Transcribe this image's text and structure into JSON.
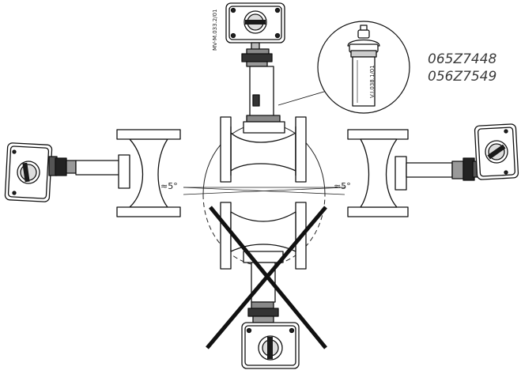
{
  "part_numbers": [
    "065Z7448",
    "056Z7549"
  ],
  "angle_label": "≈5°",
  "drawing_refs": {
    "main": "MV-M.033.2/01",
    "detail": "V.I.038.1/01"
  },
  "colors": {
    "line": "#111111",
    "body_fill": "#ffffff",
    "shade": "#c8c8c8",
    "dark": "#1a1a1a",
    "text": "#3a3a3a"
  }
}
